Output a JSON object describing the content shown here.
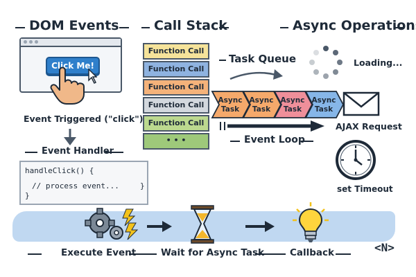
{
  "dom_events": {
    "title": "DOM Events",
    "button_label": "Click Me!",
    "triggered_label": "Event Triggered (\"click\")",
    "handler_title": "Event Handler",
    "code_line1": "handleClick() {",
    "code_line2": "// process event...",
    "code_brace_right": "}",
    "code_brace_close": "}"
  },
  "call_stack": {
    "title": "Call Stack",
    "frames": [
      {
        "label": "Function Call",
        "color": "#f5e39a"
      },
      {
        "label": "Function Call",
        "color": "#8fb3e0"
      },
      {
        "label": "Function Call",
        "color": "#f4b27a"
      },
      {
        "label": "Function Call",
        "color": "#d3d8de"
      },
      {
        "label": "Function Call",
        "color": "#bcd98f"
      }
    ],
    "more": "• • •",
    "more_color": "#9ec97a"
  },
  "async_ops": {
    "title": "Async Operations",
    "loading_label": "Loading...",
    "ajax_label": "AJAX Request",
    "timeout_label": "set Timeout"
  },
  "task_queue": {
    "title": "Task Queue",
    "tasks": [
      {
        "line1": "Async",
        "line2": "Task",
        "color": "#f5a96b"
      },
      {
        "line1": "Async",
        "line2": "Task",
        "color": "#f5a96b"
      },
      {
        "line1": "Async",
        "line2": "Task",
        "color": "#ef8f9a"
      },
      {
        "line1": "Async",
        "line2": "Task",
        "color": "#86b6e8"
      }
    ]
  },
  "event_loop": {
    "label": "Event Loop"
  },
  "flow": {
    "steps": [
      "Execute Event",
      "Wait for Async Task",
      "Callback"
    ],
    "band_color": "#b9d4ef"
  },
  "logo": {
    "text": "<N>"
  }
}
